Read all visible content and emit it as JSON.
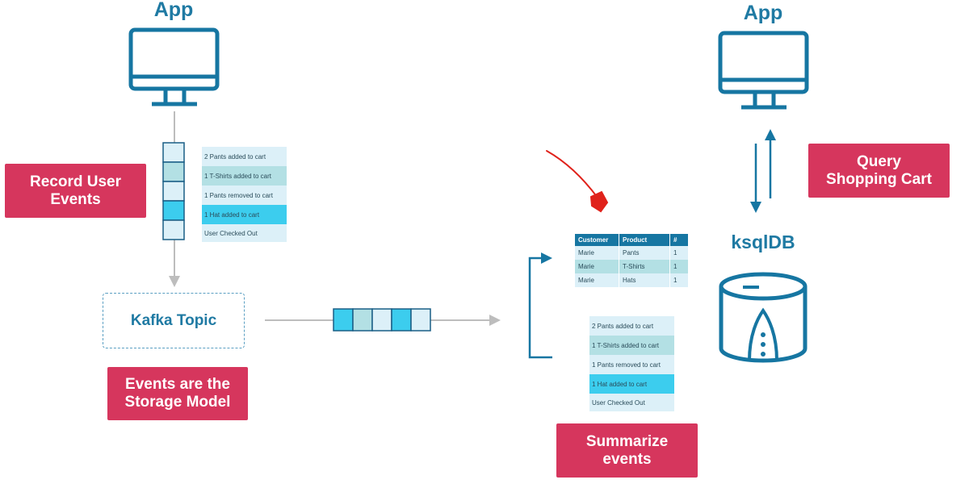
{
  "colors": {
    "accent": "#1f7aa3",
    "badge": "#d6365d",
    "light_cell": "#dcf0f8",
    "mid_cell": "#b3e0e4",
    "bright_cell": "#3ccdee",
    "arrow_gray": "#bdbdbd",
    "annotation_red": "#e0221b"
  },
  "left": {
    "app_title": "App",
    "badge_record": "Record User\nEvents",
    "events": [
      "2 Pants added to cart",
      "1 T-Shirts added to cart",
      "1 Pants removed to cart",
      "1 Hat added to cart",
      "User Checked Out"
    ],
    "kafka_topic": "Kafka Topic",
    "badge_storage": "Events are the\nStorage Model"
  },
  "middle": {
    "table": {
      "headers": [
        "Customer",
        "Product",
        "#"
      ],
      "rows": [
        [
          "Marie",
          "Pants",
          "1"
        ],
        [
          "Marie",
          "T-Shirts",
          "1"
        ],
        [
          "Marie",
          "Hats",
          "1"
        ]
      ]
    },
    "events": [
      "2 Pants added to cart",
      "1 T-Shirts added to cart",
      "1 Pants removed to cart",
      "1 Hat added to cart",
      "User Checked Out"
    ],
    "badge_summarize": "Summarize\nevents"
  },
  "right": {
    "app_title": "App",
    "badge_query": "Query\nShopping Cart",
    "ksqldb": "ksqlDB"
  }
}
